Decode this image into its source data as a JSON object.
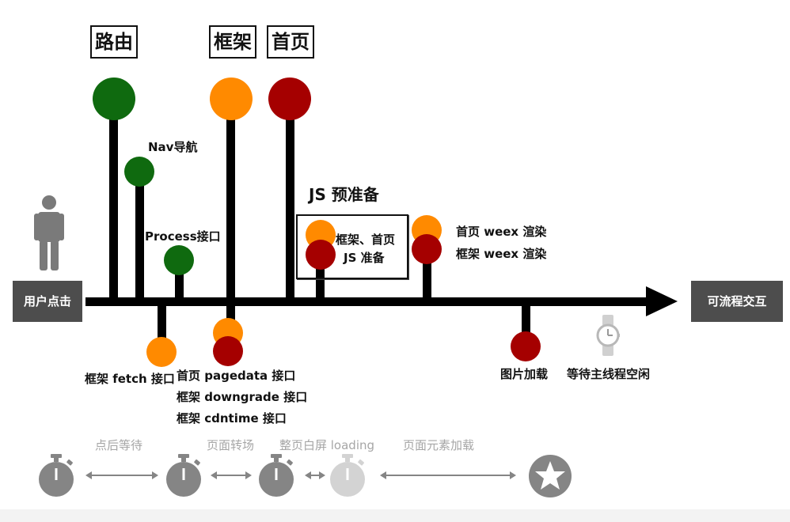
{
  "top_labels": {
    "routing": "路由",
    "framework": "框架",
    "homepage": "首页"
  },
  "events": {
    "nav": "Nav导航",
    "process_api": "Process接口",
    "js_prep_title": "JS 预准备",
    "js_prep_line1": "框架、首页",
    "js_prep_line2": "JS 准备",
    "home_weex_render": "首页 weex 渲染",
    "framework_weex_render": "框架 weex 渲染",
    "framework_fetch": "框架 fetch 接口",
    "home_pagedata": "首页 pagedata 接口",
    "framework_downgrade": "框架 downgrade 接口",
    "framework_cdntime": "框架 cdntime 接口",
    "image_loading": "图片加载",
    "wait_idle": "等待主线程空闲"
  },
  "timeline": {
    "start": "用户点击",
    "end": "可流程交互"
  },
  "phases": {
    "wait_after_click": "点后等待",
    "page_transition": "页面转场",
    "white_screen": "整页白屏 loading",
    "elements_loading": "页面元素加载"
  },
  "colors": {
    "green": "#0f6a0f",
    "orange": "#ff8a00",
    "red": "#a50000",
    "dark_gray": "#4d4d4d",
    "light_gray": "#bdbdbd"
  },
  "icons": [
    "person-icon",
    "watch-icon",
    "stopwatch-icon",
    "star-icon"
  ]
}
